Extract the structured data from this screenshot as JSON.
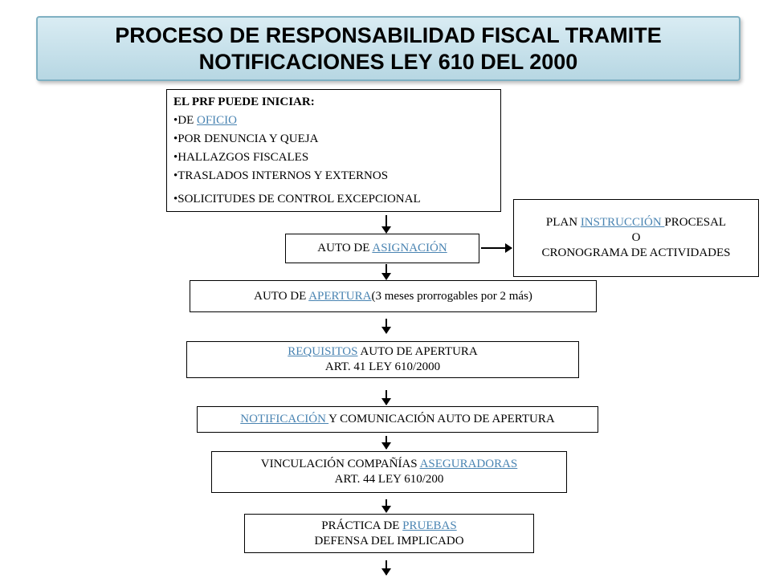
{
  "title": {
    "line1": "PROCESO DE RESPONSABILIDAD FISCAL TRAMITE",
    "line2": "NOTIFICACIONES LEY 610 DEL 2000"
  },
  "start": {
    "heading": "EL PRF PUEDE INICIAR:",
    "items": [
      {
        "prefix": "•DE ",
        "link": "OFICIO",
        "suffix": ""
      },
      {
        "prefix": "•POR DENUNCIA Y QUEJA",
        "link": "",
        "suffix": ""
      },
      {
        "prefix": "•HALLAZGOS FISCALES",
        "link": "",
        "suffix": ""
      },
      {
        "prefix": "•TRASLADOS INTERNOS Y EXTERNOS",
        "link": "",
        "suffix": ""
      },
      {
        "prefix": "•SOLICITUDES DE CONTROL EXCEPCIONAL",
        "link": "",
        "suffix": ""
      }
    ]
  },
  "asignacion": {
    "prefix": "AUTO DE ",
    "link": "ASIGNACIÓN"
  },
  "plan": {
    "prefix": "PLAN ",
    "link": "INSTRUCCIÓN ",
    "suffix": "PROCESAL",
    "line2": "O",
    "line3": "CRONOGRAMA DE ACTIVIDADES"
  },
  "apertura": {
    "prefix": "AUTO DE ",
    "link": "APERTURA",
    "suffix": "(3 meses prorrogables por 2 más)"
  },
  "requisitos": {
    "link": "REQUISITOS",
    "suffix": " AUTO DE APERTURA",
    "line2": "ART. 41 LEY 610/2000"
  },
  "notificacion": {
    "link": "NOTIFICACIÓN ",
    "suffix": "Y COMUNICACIÓN AUTO DE APERTURA"
  },
  "vinculacion": {
    "prefix": "VINCULACIÓN COMPAÑÍAS ",
    "link": "ASEGURADORAS",
    "line2": "ART. 44 LEY 610/200"
  },
  "pruebas": {
    "prefix": "PRÁCTICA DE ",
    "link": "PRUEBAS",
    "line2": "DEFENSA DEL IMPLICADO"
  }
}
